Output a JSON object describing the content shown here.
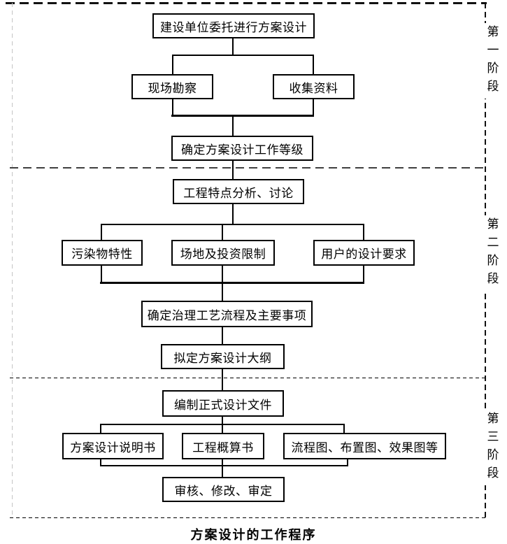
{
  "diagram": {
    "caption": "方案设计的工作程序",
    "stages": [
      {
        "label": "第一阶段"
      },
      {
        "label": "第二阶段"
      },
      {
        "label": "第三阶段"
      }
    ],
    "nodes": {
      "n1": "建设单位委托进行方案设计",
      "n2": "现场勘察",
      "n3": "收集资料",
      "n4": "确定方案设计工作等级",
      "n5": "工程特点分析、讨论",
      "n6": "污染物特性",
      "n7": "场地及投资限制",
      "n8": "用户的设计要求",
      "n9": "确定治理工艺流程及主要事项",
      "n10": "拟定方案设计大纲",
      "n11": "编制正式设计文件",
      "n12": "方案设计说明书",
      "n13": "工程概算书",
      "n14": "流程图、布置图、效果图等",
      "n15": "审核、修改、审定"
    }
  }
}
